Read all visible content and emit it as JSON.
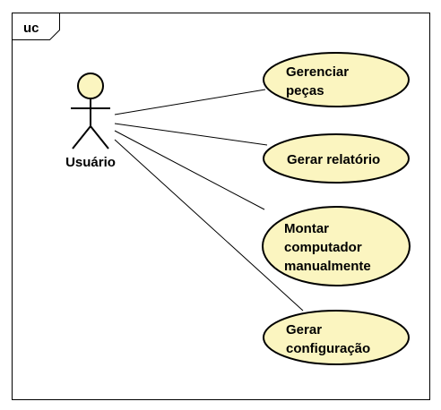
{
  "frame": {
    "label": "uc"
  },
  "actor": {
    "name": "Usuário"
  },
  "use_cases": [
    {
      "lines": [
        "Gerenciar",
        "peças"
      ]
    },
    {
      "lines": [
        "Gerar relatório"
      ]
    },
    {
      "lines": [
        "Montar",
        "computador",
        "manualmente"
      ]
    },
    {
      "lines": [
        "Gerar",
        "configuração"
      ]
    }
  ],
  "colors": {
    "use_case_fill": "#fbf5c0",
    "actor_head_fill": "#fbf5c0",
    "stroke": "#000000"
  }
}
